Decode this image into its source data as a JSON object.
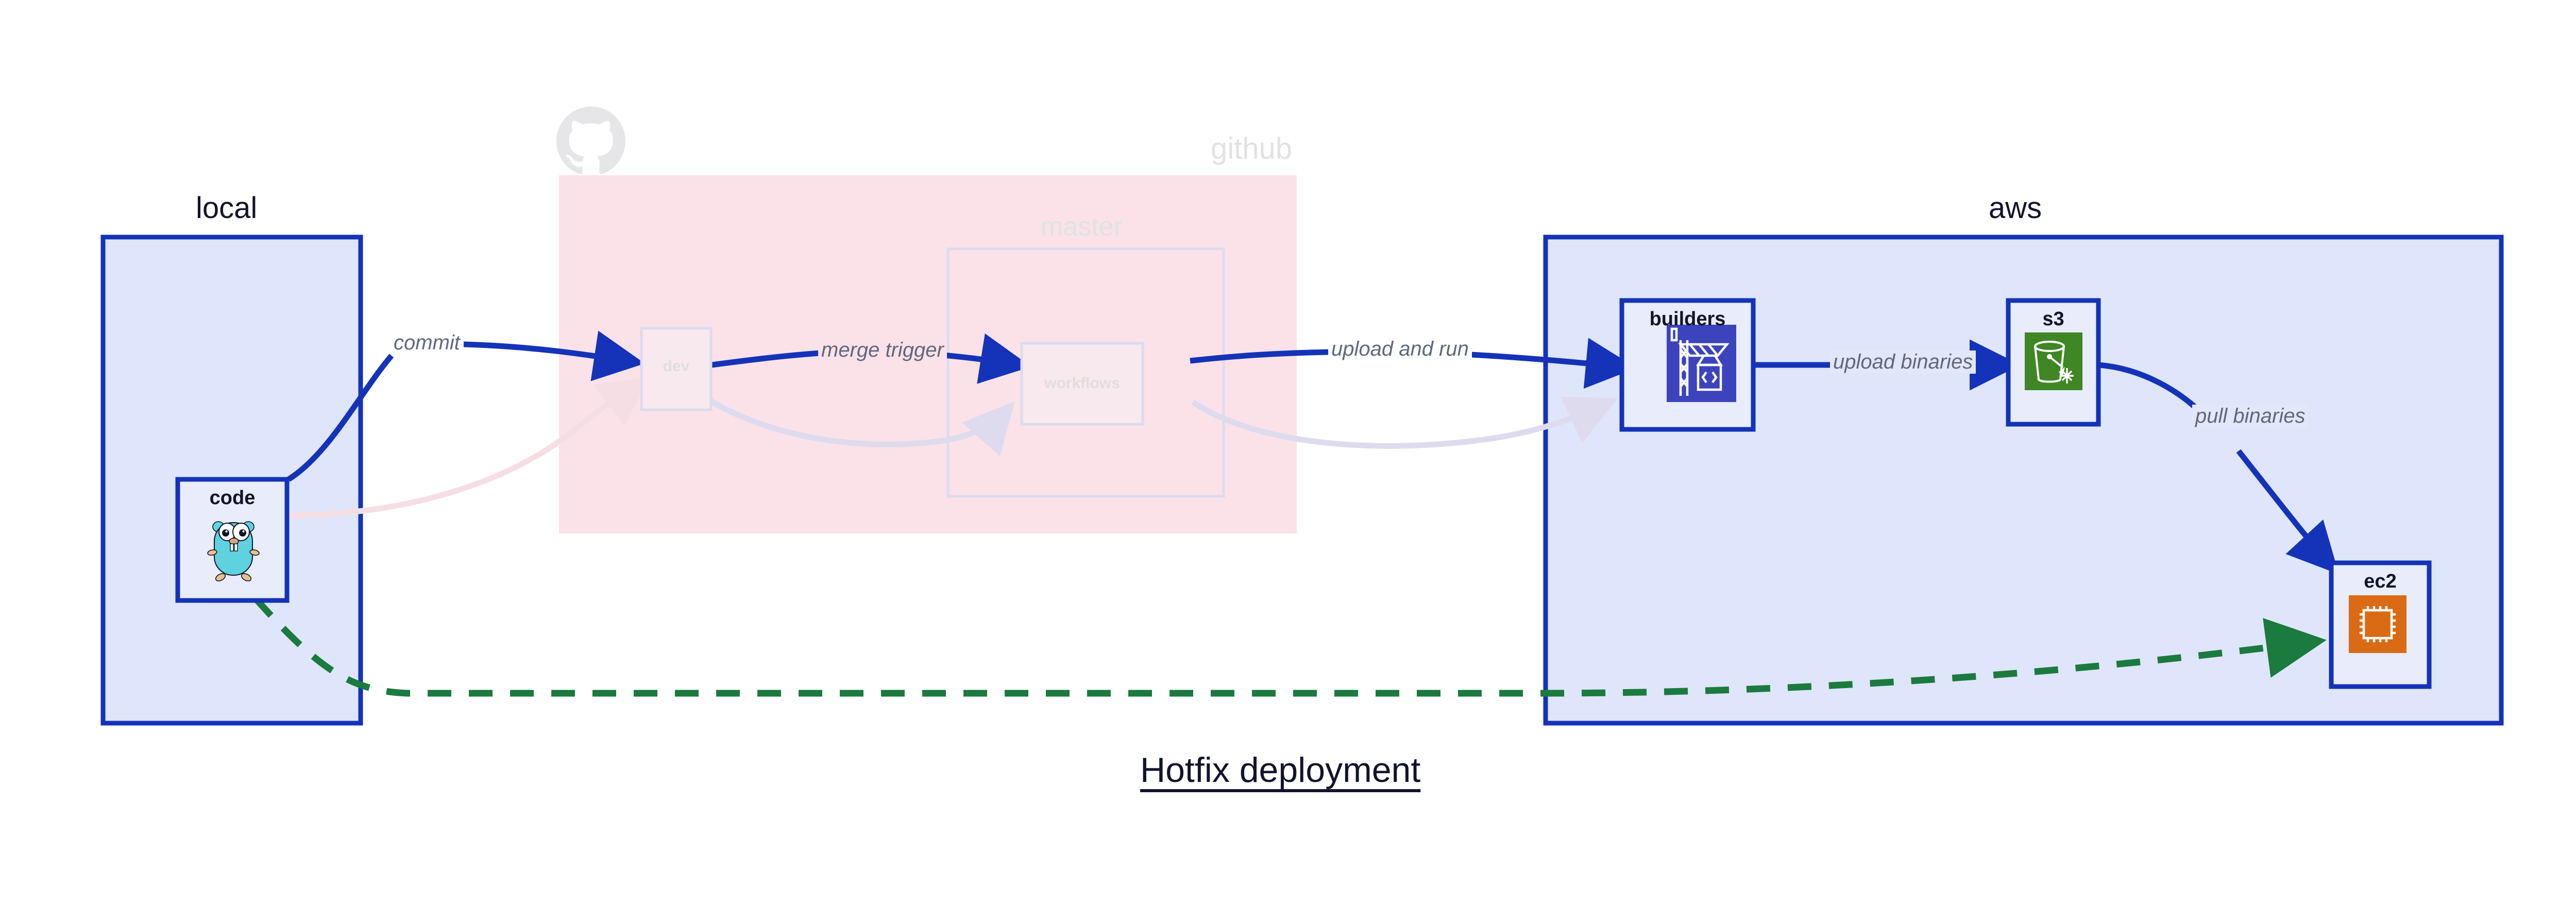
{
  "title": "Hotfix deployment",
  "colors": {
    "node_stroke": "#1433b8",
    "node_fill": "#e8ecfb",
    "group_local_fill": "#dfe5fa",
    "group_aws_fill": "#dfe5fa",
    "group_github_fill": "#fae2e8",
    "edge_active": "#1433b8",
    "edge_dashed": "#1b7a3e",
    "edge_faded_pink": "#f6dfe4",
    "edge_faded_lavender": "#dedbee",
    "label_text": "#61677e",
    "faded_text": "#e2e2e4",
    "go_icon": "#5fd2e0",
    "builders_icon": "#3c44bd",
    "s3_icon": "#3f8624",
    "ec2_icon": "#da6b14"
  },
  "groups": [
    {
      "id": "local",
      "label": "local",
      "faded": false
    },
    {
      "id": "github",
      "label": "github",
      "faded": true
    },
    {
      "id": "master",
      "label": "master",
      "faded": true
    },
    {
      "id": "aws",
      "label": "aws",
      "faded": false
    }
  ],
  "nodes": [
    {
      "id": "code",
      "label": "code",
      "icon": "go-gopher-icon",
      "faded": false
    },
    {
      "id": "dev",
      "label": "dev",
      "icon": null,
      "faded": true
    },
    {
      "id": "workflows",
      "label": "workflows",
      "icon": null,
      "faded": true
    },
    {
      "id": "builders",
      "label": "builders",
      "icon": "crane-code-icon",
      "faded": false
    },
    {
      "id": "s3",
      "label": "s3",
      "icon": "s3-bucket-icon",
      "faded": false
    },
    {
      "id": "ec2",
      "label": "ec2",
      "icon": "cpu-chip-icon",
      "faded": false
    }
  ],
  "edges": [
    {
      "id": "commit",
      "from": "code",
      "to": "dev",
      "label": "commit",
      "style": "solid",
      "state": "active"
    },
    {
      "id": "merge-trigger",
      "from": "dev",
      "to": "workflows",
      "label": "merge trigger",
      "style": "solid",
      "state": "active"
    },
    {
      "id": "upload-and-run",
      "from": "workflows",
      "to": "builders",
      "label": "upload and run",
      "style": "solid",
      "state": "active"
    },
    {
      "id": "upload-binaries",
      "from": "builders",
      "to": "s3",
      "label": "upload binaries",
      "style": "solid",
      "state": "active"
    },
    {
      "id": "pull-binaries",
      "from": "s3",
      "to": "ec2",
      "label": "pull binaries",
      "style": "solid",
      "state": "active"
    },
    {
      "id": "hotfix-direct",
      "from": "code",
      "to": "ec2",
      "label": "",
      "style": "dashed",
      "state": "highlight"
    },
    {
      "id": "faded-code-dev",
      "from": "code",
      "to": "dev",
      "label": "",
      "style": "solid",
      "state": "faded"
    },
    {
      "id": "faded-dev-wf",
      "from": "dev",
      "to": "workflows",
      "label": "",
      "style": "solid",
      "state": "faded"
    },
    {
      "id": "faded-wf-build",
      "from": "workflows",
      "to": "builders",
      "label": "",
      "style": "solid",
      "state": "faded"
    }
  ],
  "octocat": {
    "name": "github-octocat-logo"
  }
}
